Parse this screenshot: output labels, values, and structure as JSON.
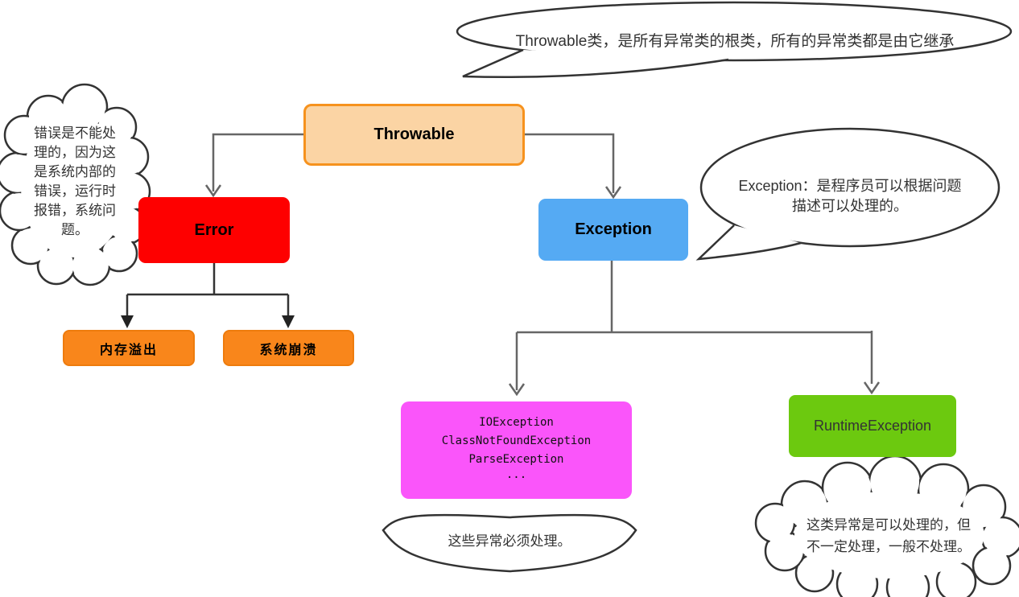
{
  "diagram": {
    "nodes": {
      "throwable": {
        "label": "Throwable"
      },
      "error": {
        "label": "Error"
      },
      "exception": {
        "label": "Exception"
      },
      "memory_overflow": {
        "label": "内存溢出"
      },
      "system_crash": {
        "label": "系统崩溃"
      },
      "checked_exceptions": {
        "lines": [
          "IOException",
          "ClassNotFoundException",
          "ParseException",
          "···"
        ]
      },
      "runtime_exception": {
        "label": "RuntimeException"
      }
    },
    "callouts": {
      "throwable_note": {
        "text": "Throwable类，是所有异常类的根类，所有的异常类都是由它继承"
      },
      "error_note": {
        "lines": [
          "错误是不能处",
          "理的，因为这",
          "是系统内部的",
          "错误，运行时",
          "报错，系统问",
          "题。"
        ]
      },
      "exception_note": {
        "lines": [
          "Exception：是程序员可以根据问题",
          "描述可以处理的。"
        ]
      },
      "checked_note": {
        "text": "这些异常必须处理。"
      },
      "runtime_note": {
        "lines": [
          "这类异常是可以处理的，但",
          "不一定处理，一般不处理。"
        ]
      }
    },
    "colors": {
      "throwable_fill": "#fbd4a4",
      "throwable_border": "#f6921e",
      "error_fill": "#fe0000",
      "exception_fill": "#55aaf3",
      "suberror_fill": "#f9861b",
      "checked_fill": "#fa55fa",
      "runtime_fill": "#6cc90f",
      "connector_gray": "#666666",
      "connector_dark": "#333333",
      "callout_outline": "#333333"
    }
  }
}
